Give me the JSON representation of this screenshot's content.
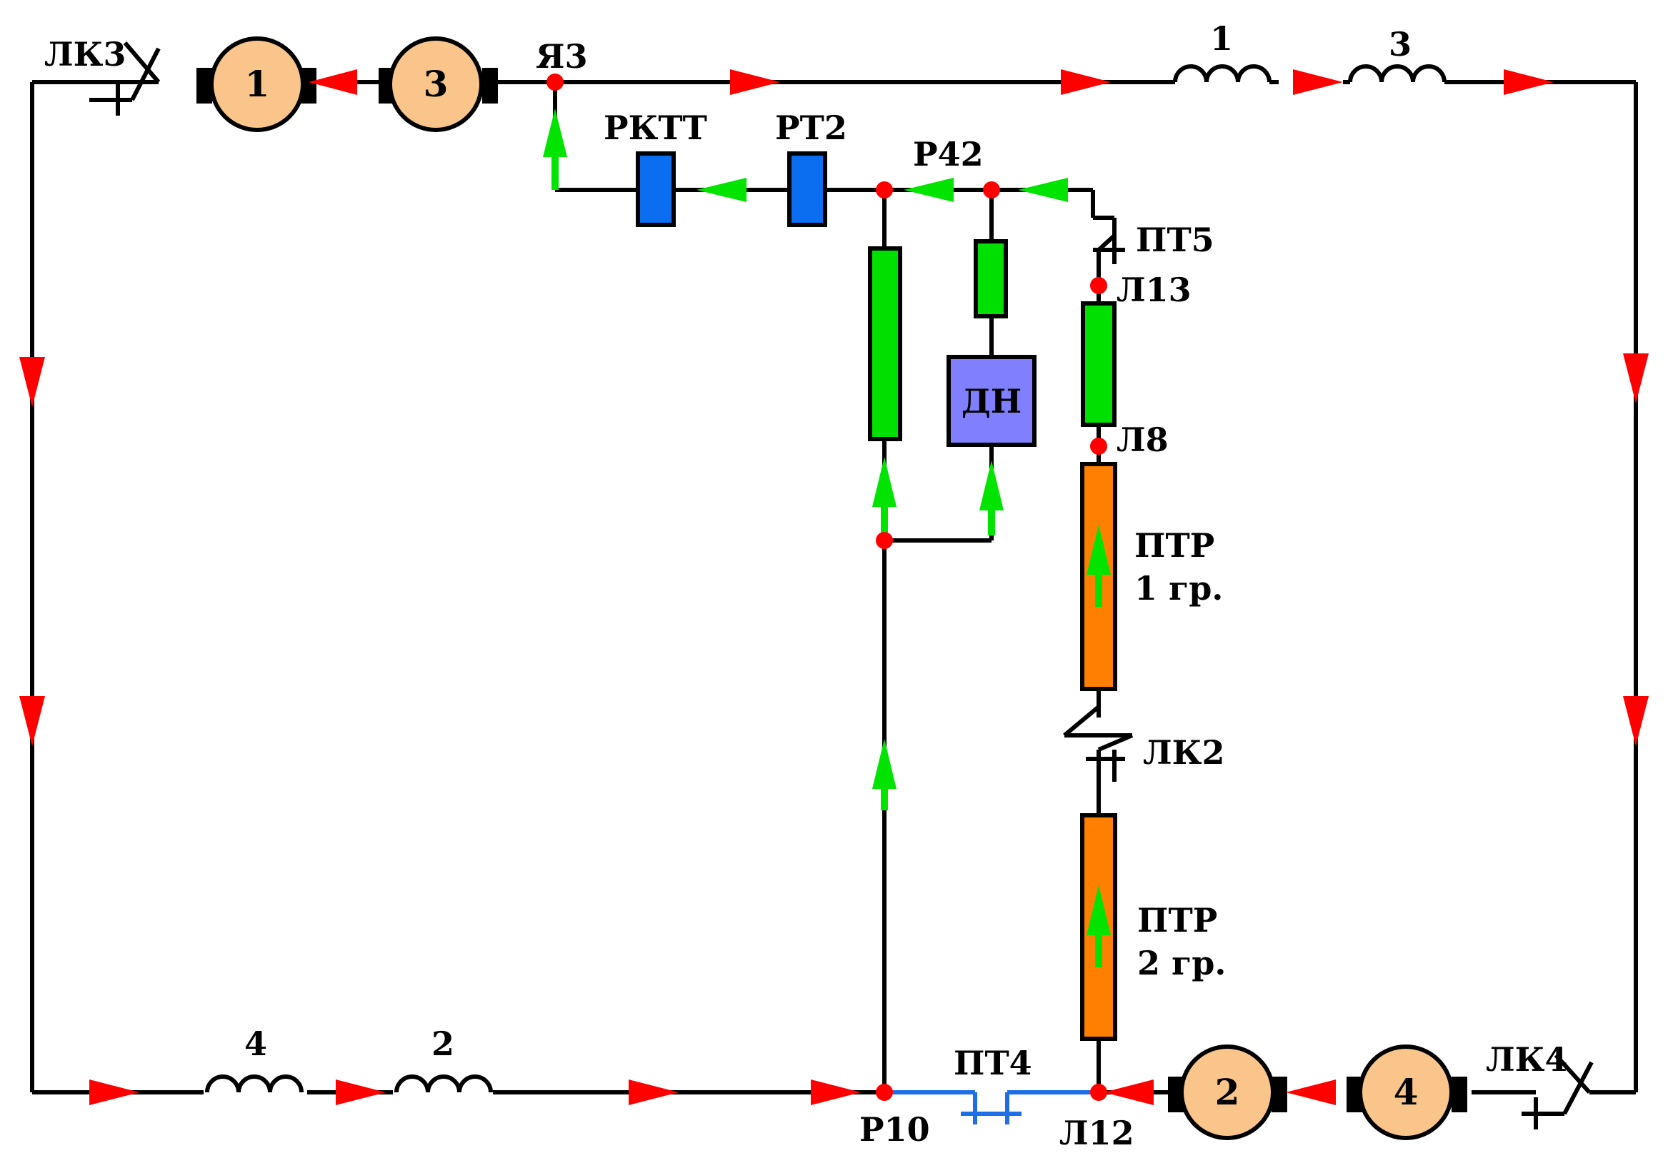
{
  "colors": {
    "wire": "#000000",
    "wire_blue": "#1e6fe6",
    "arrow_red": "#ff0000",
    "arrow_green": "#00e400",
    "junction": "#ff0000",
    "motor": "#f9c58b",
    "resistor_green": "#00e000",
    "resistor_orange": "#ff7f00",
    "coil_blue": "#0b6ef0",
    "dn_box": "#8080ff"
  },
  "motors": {
    "m1": "1",
    "m3": "3",
    "m2": "2",
    "m4": "4"
  },
  "windings": {
    "w1": "1",
    "w3": "3",
    "w4": "4",
    "w2": "2"
  },
  "contacts": {
    "lk3": "ЛК3",
    "lk4": "ЛК4",
    "lk2": "ЛК2",
    "pt5": "ПТ5",
    "pt4": "ПТ4"
  },
  "nodes": {
    "ya3": "Я3",
    "r42": "Р42",
    "l13": "Л13",
    "l8": "Л8",
    "r10": "Р10",
    "l12": "Л12"
  },
  "relays": {
    "rktt": "РКТТ",
    "rt2": "РТ2",
    "dn": "ДН"
  },
  "resistors": {
    "ptr1_line1": "ПТР",
    "ptr1_line2": "1 гр.",
    "ptr2_line1": "ПТР",
    "ptr2_line2": "2 гр."
  }
}
